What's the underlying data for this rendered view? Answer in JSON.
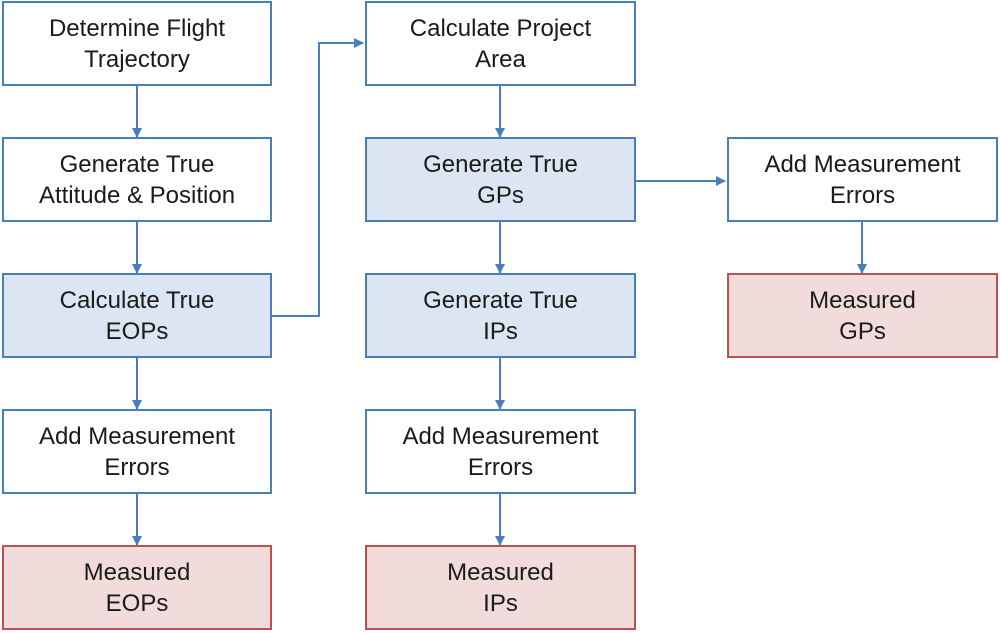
{
  "colors": {
    "connector": "#4a7ebb",
    "box_border": "#4a7ebb",
    "box_plain_fill": "#ffffff",
    "box_blue_fill": "#dce6f2",
    "box_red_fill": "#f2dcdb",
    "box_red_border": "#c0504d"
  },
  "col1": {
    "flight": [
      "Determine Flight",
      "Trajectory"
    ],
    "attitude": [
      "Generate True",
      "Attitude & Position"
    ],
    "eops": [
      "Calculate True",
      "EOPs"
    ],
    "errors": [
      "Add Measurement",
      "Errors"
    ],
    "measured": [
      "Measured",
      "EOPs"
    ]
  },
  "col2": {
    "area": [
      "Calculate Project",
      "Area"
    ],
    "gps": [
      "Generate True",
      "GPs"
    ],
    "ips": [
      "Generate True",
      "IPs"
    ],
    "errors": [
      "Add Measurement",
      "Errors"
    ],
    "measured": [
      "Measured",
      "IPs"
    ]
  },
  "col3": {
    "errors": [
      "Add Measurement",
      "Errors"
    ],
    "measured": [
      "Measured",
      "GPs"
    ]
  }
}
